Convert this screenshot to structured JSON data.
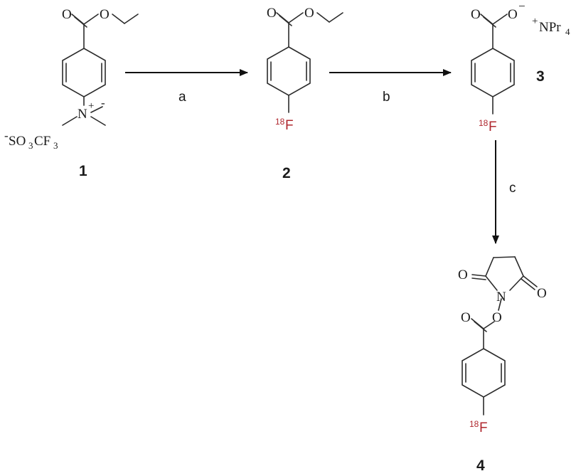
{
  "colors": {
    "ink": "#1a1a1a",
    "fluorine": "#b0282f"
  },
  "compound_numbers": {
    "c1": "1",
    "c2": "2",
    "c3": "3",
    "c4": "4"
  },
  "step_labels": {
    "a": "a",
    "b": "b",
    "c": "c"
  },
  "atoms": {
    "oxygen": "O",
    "nitrogen": "N",
    "fluorine": "F",
    "isotope": "18",
    "plus": "+",
    "minus": "−",
    "methyl_dash": "-",
    "sulfonate": "SO",
    "sub3": "3",
    "cf": "CF",
    "npr": "NPr",
    "sub4": "4"
  }
}
